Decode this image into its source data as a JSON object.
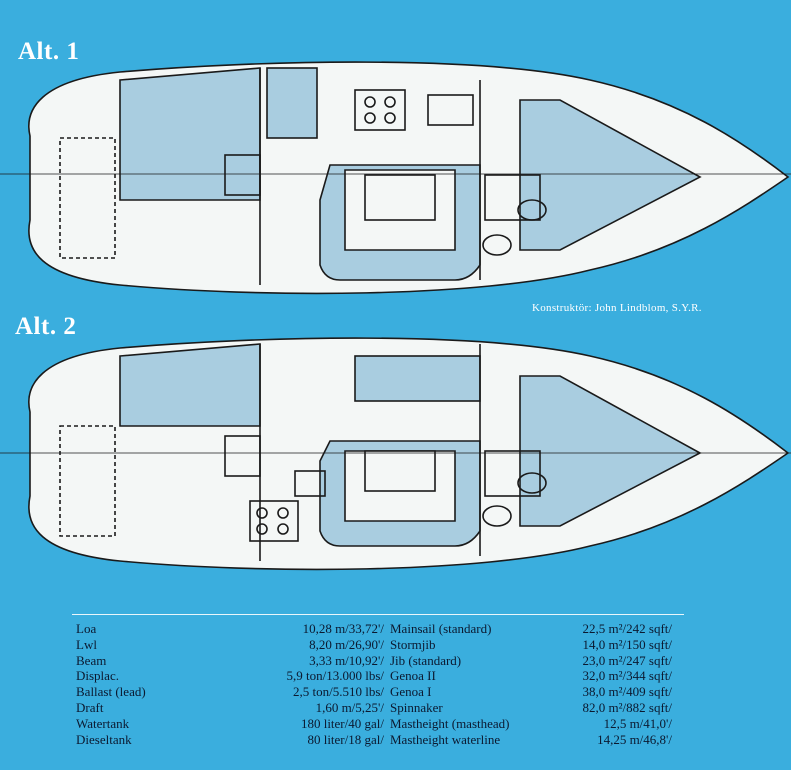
{
  "layouts": [
    {
      "label": "Alt. 1"
    },
    {
      "label": "Alt. 2"
    }
  ],
  "designer_credit": "Konstruktör: John Lindblom, S.Y.R.",
  "specs_left": [
    {
      "label": "Loa",
      "value": "10,28 m/33,72'/"
    },
    {
      "label": "Lwl",
      "value": "8,20 m/26,90'/"
    },
    {
      "label": "Beam",
      "value": "3,33 m/10,92'/"
    },
    {
      "label": "Displac.",
      "value": "5,9 ton/13.000 lbs/"
    },
    {
      "label": "Ballast (lead)",
      "value": "2,5 ton/5.510 lbs/"
    },
    {
      "label": "Draft",
      "value": "1,60 m/5,25'/"
    },
    {
      "label": "Watertank",
      "value": "180 liter/40 gal/"
    },
    {
      "label": "Dieseltank",
      "value": "80 liter/18 gal/"
    }
  ],
  "specs_right": [
    {
      "label": "Mainsail (standard)",
      "value": "22,5 m²/242 sqft/"
    },
    {
      "label": "Stormjib",
      "value": "14,0 m²/150 sqft/"
    },
    {
      "label": "Jib (standard)",
      "value": "23,0 m²/247 sqft/"
    },
    {
      "label": "Genoa II",
      "value": "32,0 m²/344 sqft/"
    },
    {
      "label": "Genoa I",
      "value": "38,0 m²/409 sqft/"
    },
    {
      "label": "Spinnaker",
      "value": "82,0 m²/882 sqft/"
    },
    {
      "label": "Mastheight (masthead)",
      "value": "12,5 m/41,0'/"
    },
    {
      "label": "Mastheight waterline",
      "value": "14,25 m/46,8'/"
    }
  ],
  "colors": {
    "background": "#3aaede",
    "hull_fill": "#f4f7f6",
    "berth_fill": "#a9cde0",
    "line": "#1a1a1a",
    "text": "#0b1930",
    "label": "#ffffff"
  }
}
